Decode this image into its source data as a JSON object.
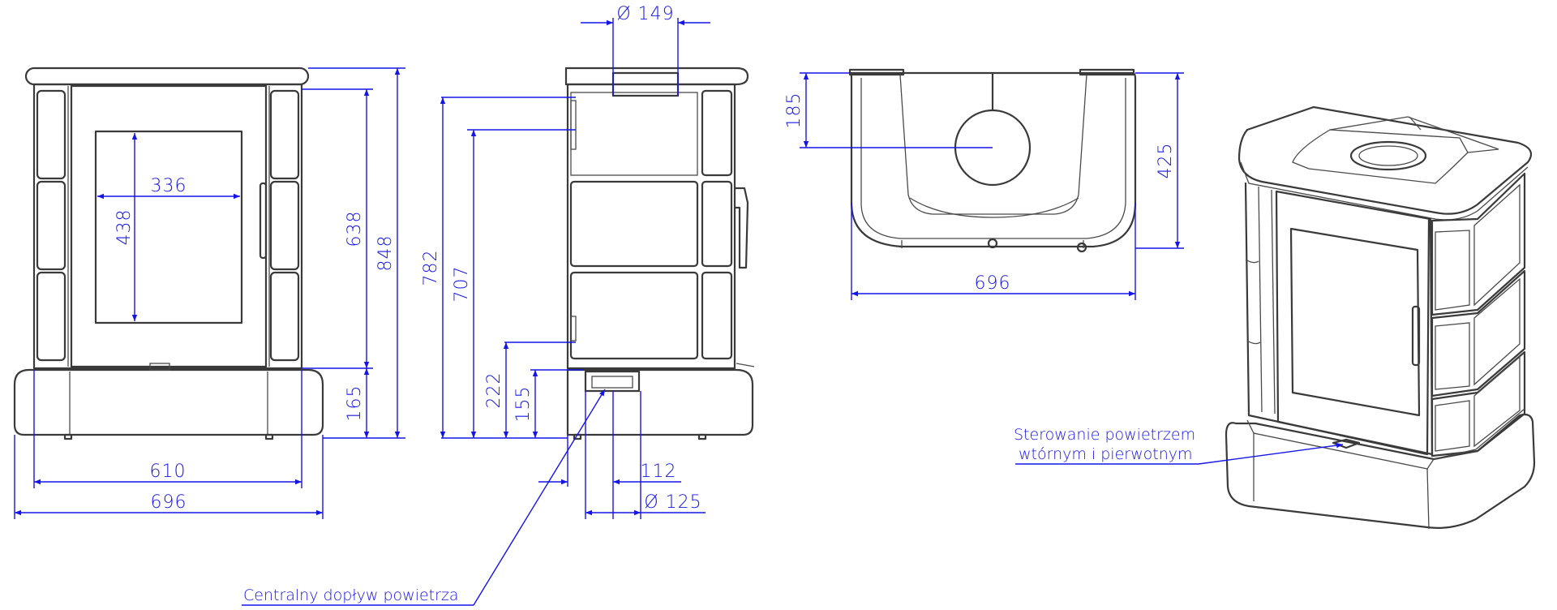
{
  "dimensions": {
    "front_inner_width": "336",
    "front_inner_height": "438",
    "front_mid_height": "638",
    "front_total_height": "848",
    "front_base_height": "165",
    "front_inner_base_width": "610",
    "front_total_width": "696",
    "side_flue_diameter": "Ø 149",
    "side_height_top": "782",
    "side_height_axis": "707",
    "side_air_height": "222",
    "side_air_axis": "155",
    "side_air_offset": "112",
    "side_air_diameter": "Ø 125",
    "top_flue_offset": "185",
    "top_depth": "425",
    "top_width": "696"
  },
  "notes": {
    "central_air": "Centralny dopływ powietrza",
    "air_control_line1": "Sterowanie powietrzem",
    "air_control_line2": "wtórnym i pierwotnym"
  },
  "colors": {
    "dimension": "#1515e6",
    "outline": "#3a3a3a"
  }
}
